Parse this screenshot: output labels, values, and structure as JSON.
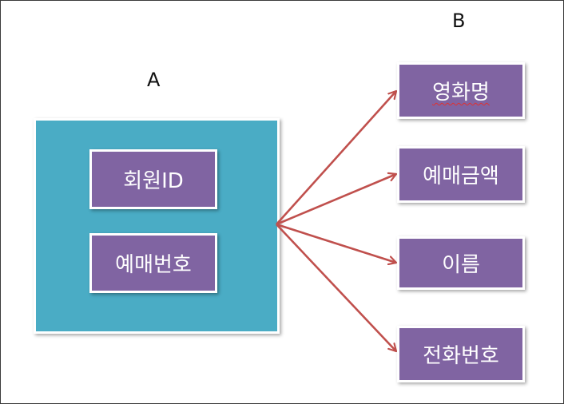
{
  "labels": {
    "a": "A",
    "b": "B"
  },
  "entity_a": {
    "fields": [
      "회원ID",
      "예매번호"
    ]
  },
  "entity_b": {
    "fields": [
      "영화명",
      "예매금액",
      "이름",
      "전화번호"
    ]
  },
  "colors": {
    "container": "#4aacc5",
    "field_box": "#8064a2",
    "arrow": "#c0504d"
  }
}
